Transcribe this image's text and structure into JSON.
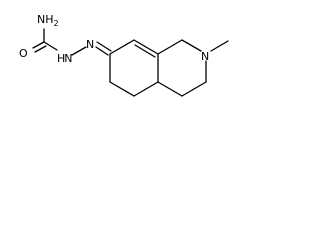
{
  "atoms": {
    "nh2": {
      "main": "NH",
      "sub": "2"
    },
    "o": "O",
    "nh": {
      "h": "H",
      "n": "N"
    },
    "n_imine": "N",
    "n_ring": "N"
  },
  "colors": {
    "bond": "#000000",
    "text": "#000000",
    "background": "#ffffff"
  }
}
